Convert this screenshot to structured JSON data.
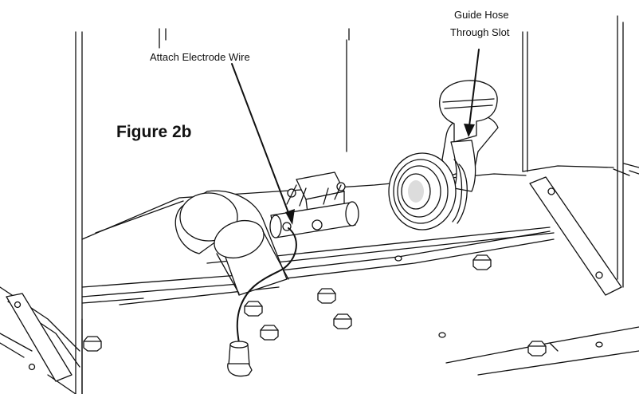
{
  "figure": {
    "label": "Figure 2b"
  },
  "callouts": {
    "electrode": {
      "text": "Attach Electrode Wire"
    },
    "hose": {
      "line1": "Guide Hose",
      "line2": "Through Slot"
    }
  }
}
